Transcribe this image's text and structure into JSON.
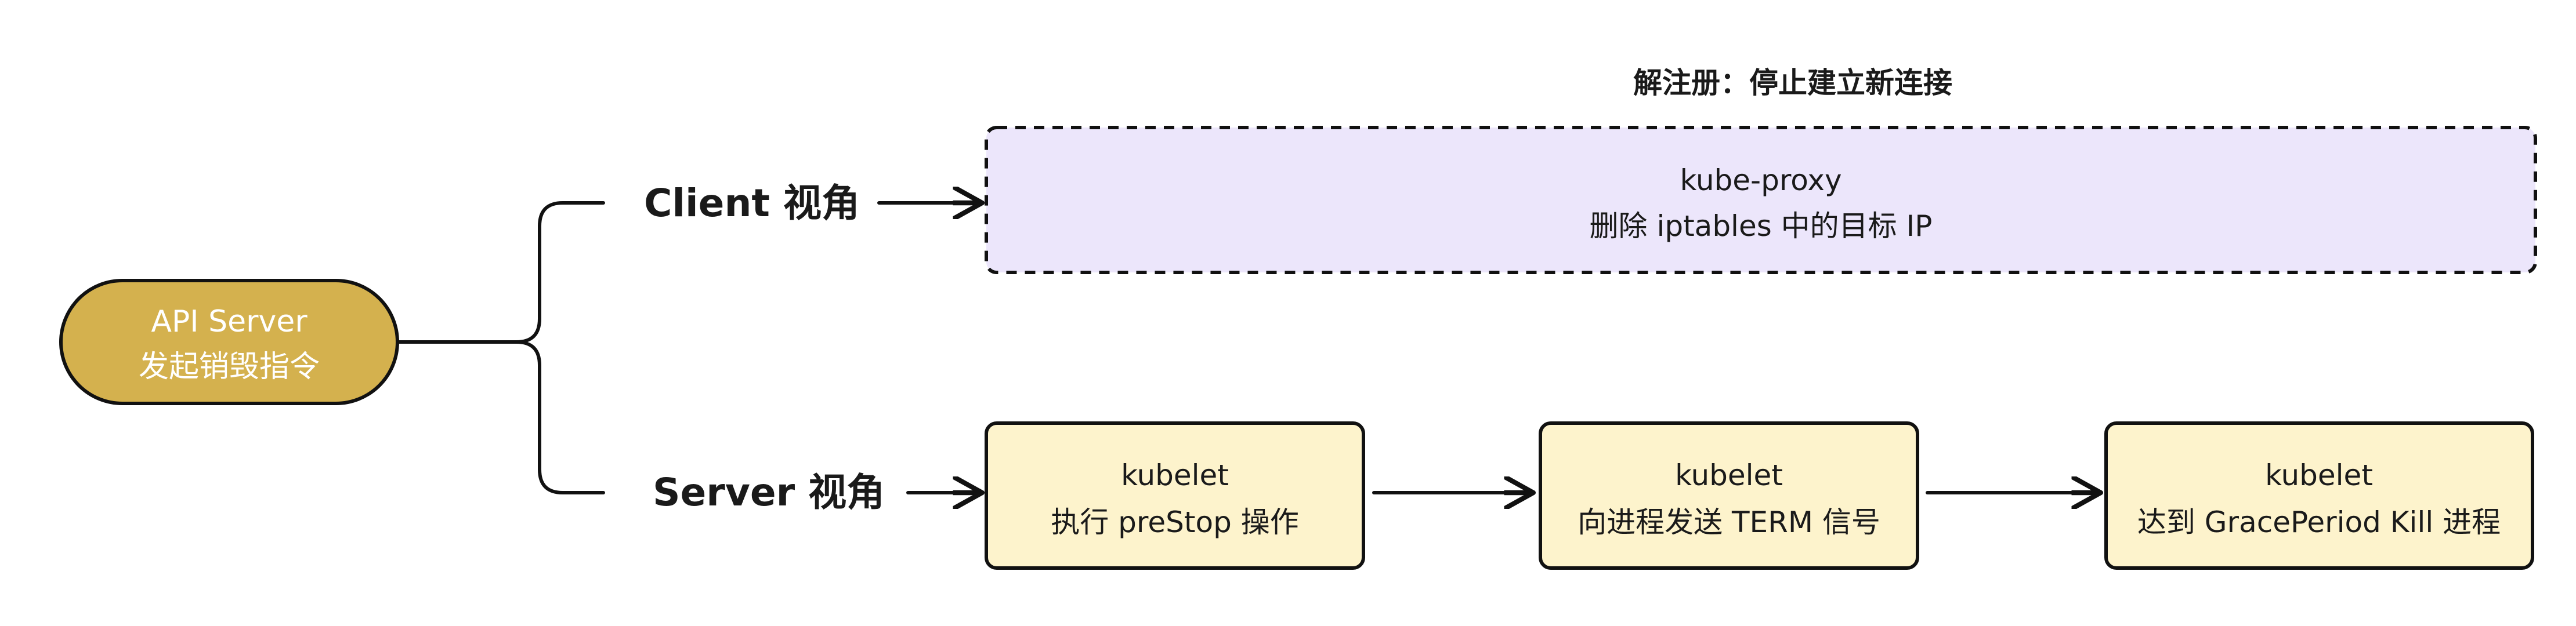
{
  "root": {
    "line1": "API Server",
    "line2": "发起销毁指令"
  },
  "client": {
    "label": "Client 视角",
    "title": "解注册：停止建立新连接",
    "box": {
      "line1": "kube-proxy",
      "line2": "删除 iptables 中的目标 IP"
    }
  },
  "server": {
    "label": "Server 视角",
    "steps": [
      {
        "line1": "kubelet",
        "line2": "执行 preStop 操作"
      },
      {
        "line1": "kubelet",
        "line2": "向进程发送 TERM 信号"
      },
      {
        "line1": "kubelet",
        "line2": "达到 GracePeriod Kill 进程"
      }
    ]
  },
  "colors": {
    "root_fill": "#d4b14e",
    "client_fill": "#ece6fb",
    "step_fill": "#fdf3cc",
    "line": "#111111"
  }
}
